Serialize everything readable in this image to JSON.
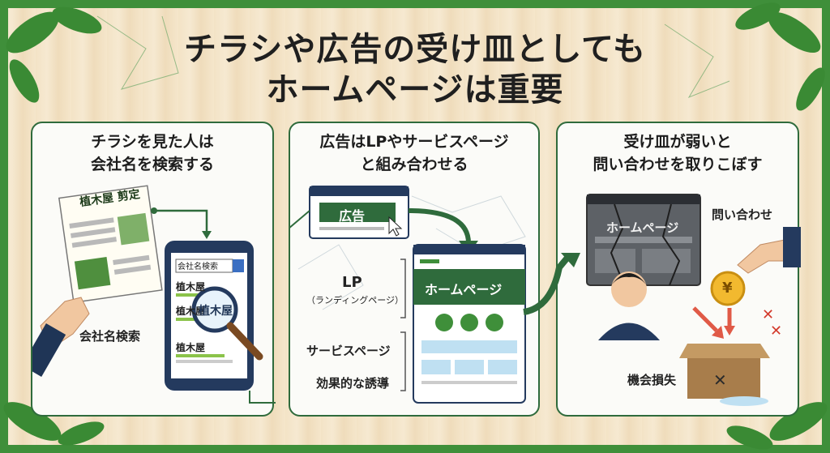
{
  "title": {
    "line1": "チラシや広告の受け皿としても",
    "line2": "ホームページは重要"
  },
  "panel1": {
    "title1": "チラシを見た人は",
    "title2": "会社名を検索する",
    "flyer_label": "植木屋 剪定",
    "search_box": "会社名検索",
    "results": [
      "植木屋",
      "植木屋",
      "植木屋"
    ],
    "magnifier_text": "植木屋",
    "side_label": "会社名検索"
  },
  "panel2": {
    "title1": "広告はLPやサービスページ",
    "title2": "と組み合わせる",
    "ad_label": "広告",
    "home_label": "ホームページ",
    "lp_label": "LP",
    "lp_sub": "（ランディングページ）",
    "service_label": "サービスページ",
    "guide_label": "効果的な誘導"
  },
  "panel3": {
    "title1": "受け皿が弱いと",
    "title2": "問い合わせを取りこぼす",
    "broken_home": "ホームページ",
    "inquiry_label": "問い合わせ",
    "coin_symbol": "¥",
    "loss_label": "機会損失"
  },
  "colors": {
    "green_dark": "#2f6b3c",
    "green": "#3f8f3a",
    "navy": "#1f3556",
    "wood": "#f3e3c6"
  }
}
